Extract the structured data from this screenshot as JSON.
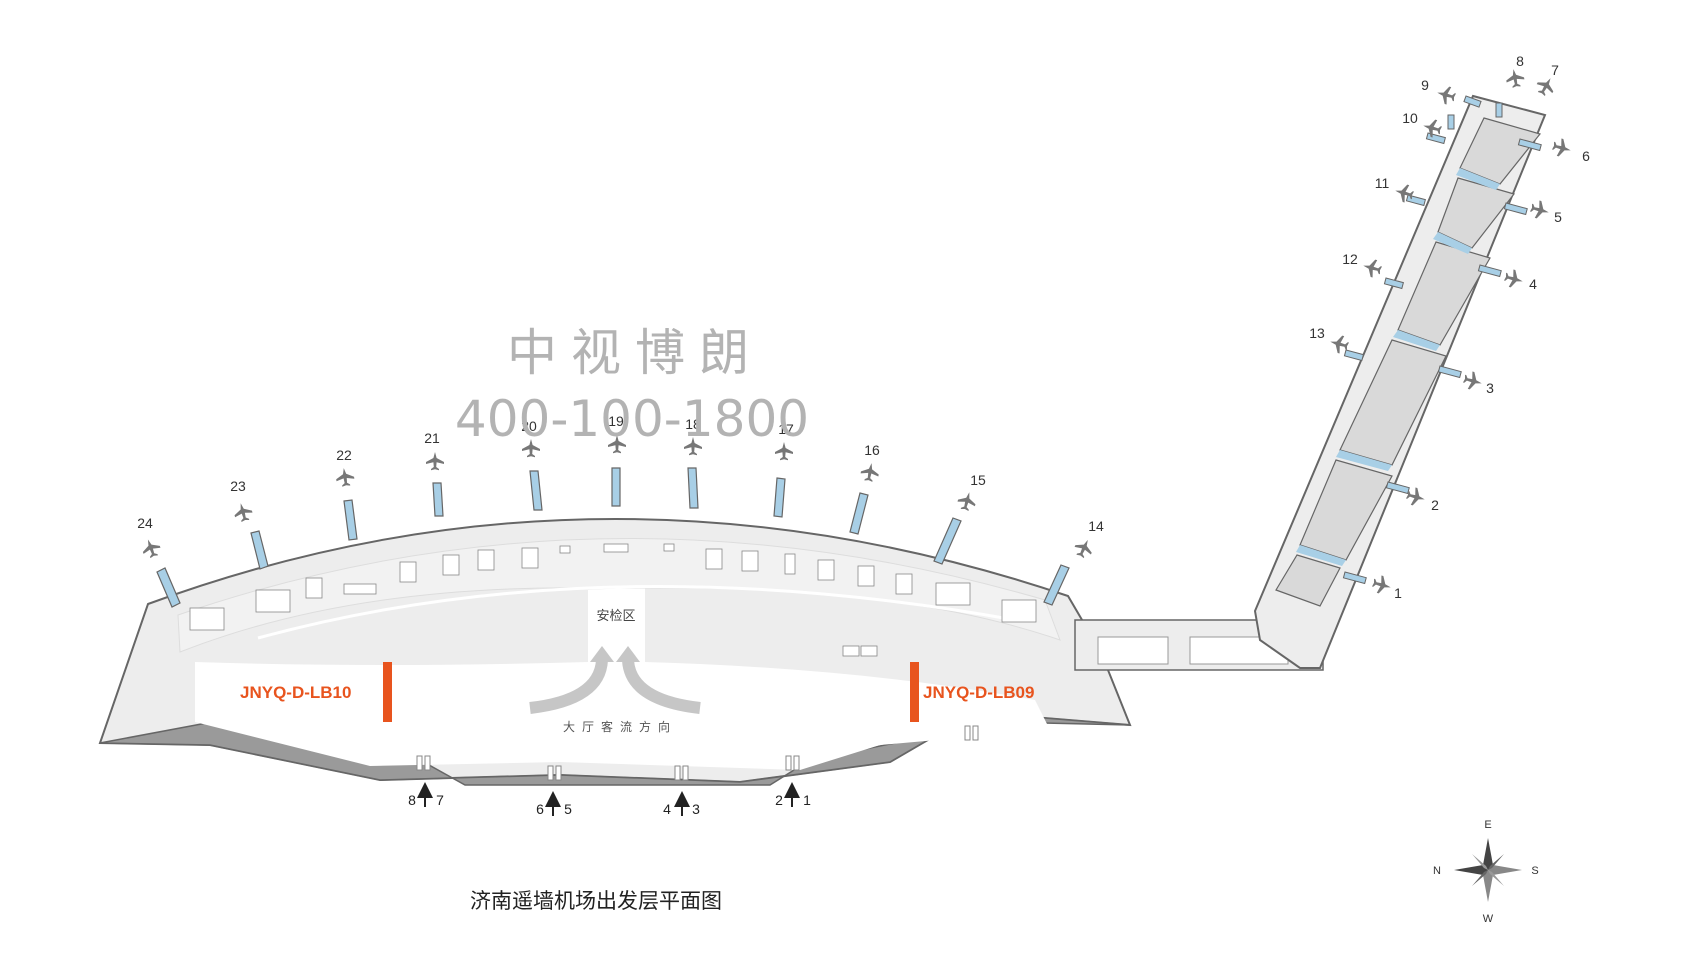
{
  "watermark": {
    "brand": "中视博朗",
    "phone": "400-100-1800"
  },
  "map": {
    "caption": "济南遥墙机场出发层平面图",
    "security_label": "安检区",
    "flow_label": "大厅客流方向",
    "ad_positions": [
      {
        "id": "left",
        "label": "JNYQ-D-LB10"
      },
      {
        "id": "right",
        "label": "JNYQ-D-LB09"
      }
    ],
    "gates": [
      "1",
      "2",
      "3",
      "4",
      "5",
      "6",
      "7",
      "8",
      "9",
      "10",
      "11",
      "12",
      "13",
      "14",
      "15",
      "16",
      "17",
      "18",
      "19",
      "20",
      "21",
      "22",
      "23",
      "24"
    ],
    "entrances": [
      "8",
      "7",
      "6",
      "5",
      "4",
      "3",
      "2",
      "1"
    ],
    "compass": {
      "e": "E",
      "n": "N",
      "s": "S",
      "w": "W"
    },
    "colors": {
      "accent": "#e8541e",
      "bridge": "#a8cfe6",
      "terminal": "#ededed",
      "outline": "#666666"
    }
  }
}
